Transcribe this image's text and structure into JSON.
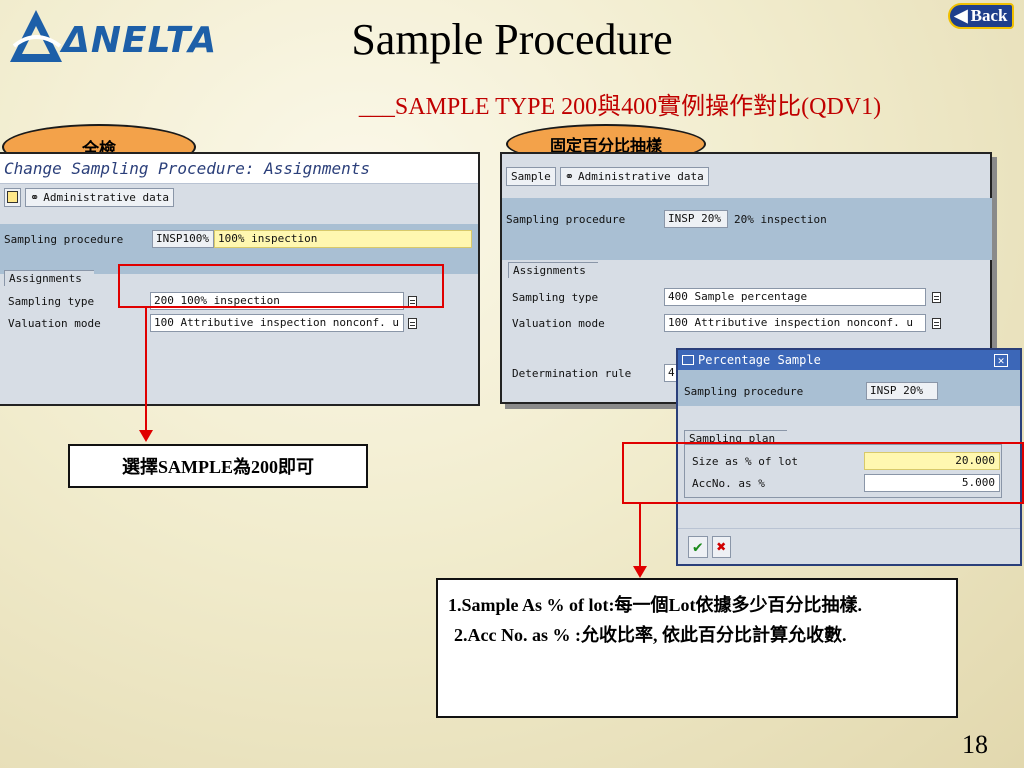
{
  "header": {
    "logo_text": "ΔNELTA",
    "title": "Sample Procedure",
    "subtitle": "___SAMPLE TYPE 200與400實例操作對比(QDV1)",
    "back_label": "Back"
  },
  "left_panel": {
    "oval_label": "全檢",
    "window_title": "Change Sampling Procedure: Assignments",
    "toolbar_admin": "Administrative data",
    "sampling_procedure_label": "Sampling procedure",
    "sampling_procedure_code": "INSP100%",
    "sampling_procedure_desc": "100%  inspection",
    "assignments_tab": "Assignments",
    "sampling_type_label": "Sampling type",
    "sampling_type_value": "200 100% inspection",
    "valuation_mode_label": "Valuation mode",
    "valuation_mode_value": "100 Attributive inspection nonconf. u"
  },
  "right_panel": {
    "oval_label": "固定百分比抽樣",
    "toolbar_sample": "Sample",
    "toolbar_admin": "Administrative data",
    "sampling_procedure_label": "Sampling procedure",
    "sampling_procedure_code": "INSP 20%",
    "sampling_procedure_desc": "20% inspection",
    "assignments_tab": "Assignments",
    "sampling_type_label": "Sampling type",
    "sampling_type_value": "400 Sample percentage",
    "valuation_mode_label": "Valuation mode",
    "valuation_mode_value": "100 Attributive inspection nonconf. u",
    "determination_rule_label": "Determination rule",
    "determination_rule_value": "4"
  },
  "popup": {
    "title": "Percentage Sample",
    "sampling_procedure_label": "Sampling procedure",
    "sampling_procedure_value": "INSP 20%",
    "plan_tab": "Sampling plan",
    "size_label": "Size as % of lot",
    "size_value": "20.000",
    "accno_label": "AccNo. as %",
    "accno_value": "5.000"
  },
  "callouts": {
    "left": "選擇SAMPLE為200即可",
    "right_line1": "1.Sample As % of lot:每一個Lot依據多少百分比抽樣.",
    "right_line2": "2.Acc No. as % :允收比率, 依此百分比計算允收數."
  },
  "page_number": "18",
  "colors": {
    "accent_red": "#e00000",
    "oval_orange": "#f3a24a",
    "sap_blue": "#a9bfd3"
  }
}
